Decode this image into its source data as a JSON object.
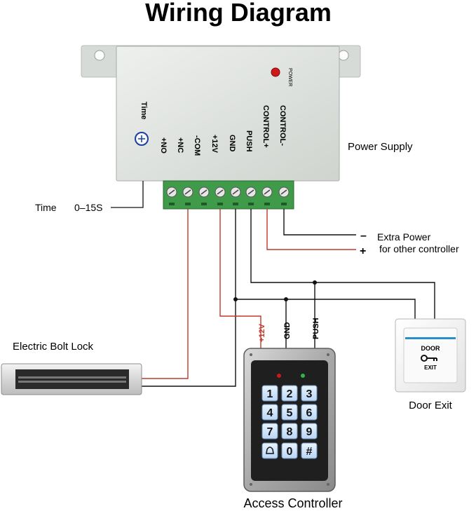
{
  "title": "Wiring Diagram",
  "power_supply": {
    "label": "Power Supply",
    "power_label": "POWER",
    "time_knob_label": "Time",
    "terminals": [
      "+NO",
      "+NC",
      "-COM",
      "+12V",
      "GND",
      "PUSH",
      "CONTROL+",
      "CONTROL-"
    ]
  },
  "time_note": {
    "label": "Time",
    "value": "0–15S"
  },
  "extra_power": {
    "minus_sign": "–",
    "minus_label": "Extra Power",
    "plus_sign": "+",
    "plus_label": "for other controller"
  },
  "access_controller": {
    "label": "Access Controller",
    "wire_labels": [
      "+12V",
      "GND",
      "PUSH"
    ],
    "keys": [
      "1",
      "2",
      "3",
      "4",
      "5",
      "6",
      "7",
      "8",
      "9",
      "bell",
      "0",
      "#"
    ]
  },
  "lock": {
    "label": "Electric Bolt Lock"
  },
  "door_exit": {
    "label": "Door Exit",
    "button_text_top": "DOOR",
    "button_text_bottom": "EXIT"
  },
  "colors": {
    "wire_red": "#c0392b",
    "wire_black": "#111111",
    "terminal_green": "#3f9a4a",
    "box_gray": "#dfe3df",
    "power_led": "#d01818"
  }
}
